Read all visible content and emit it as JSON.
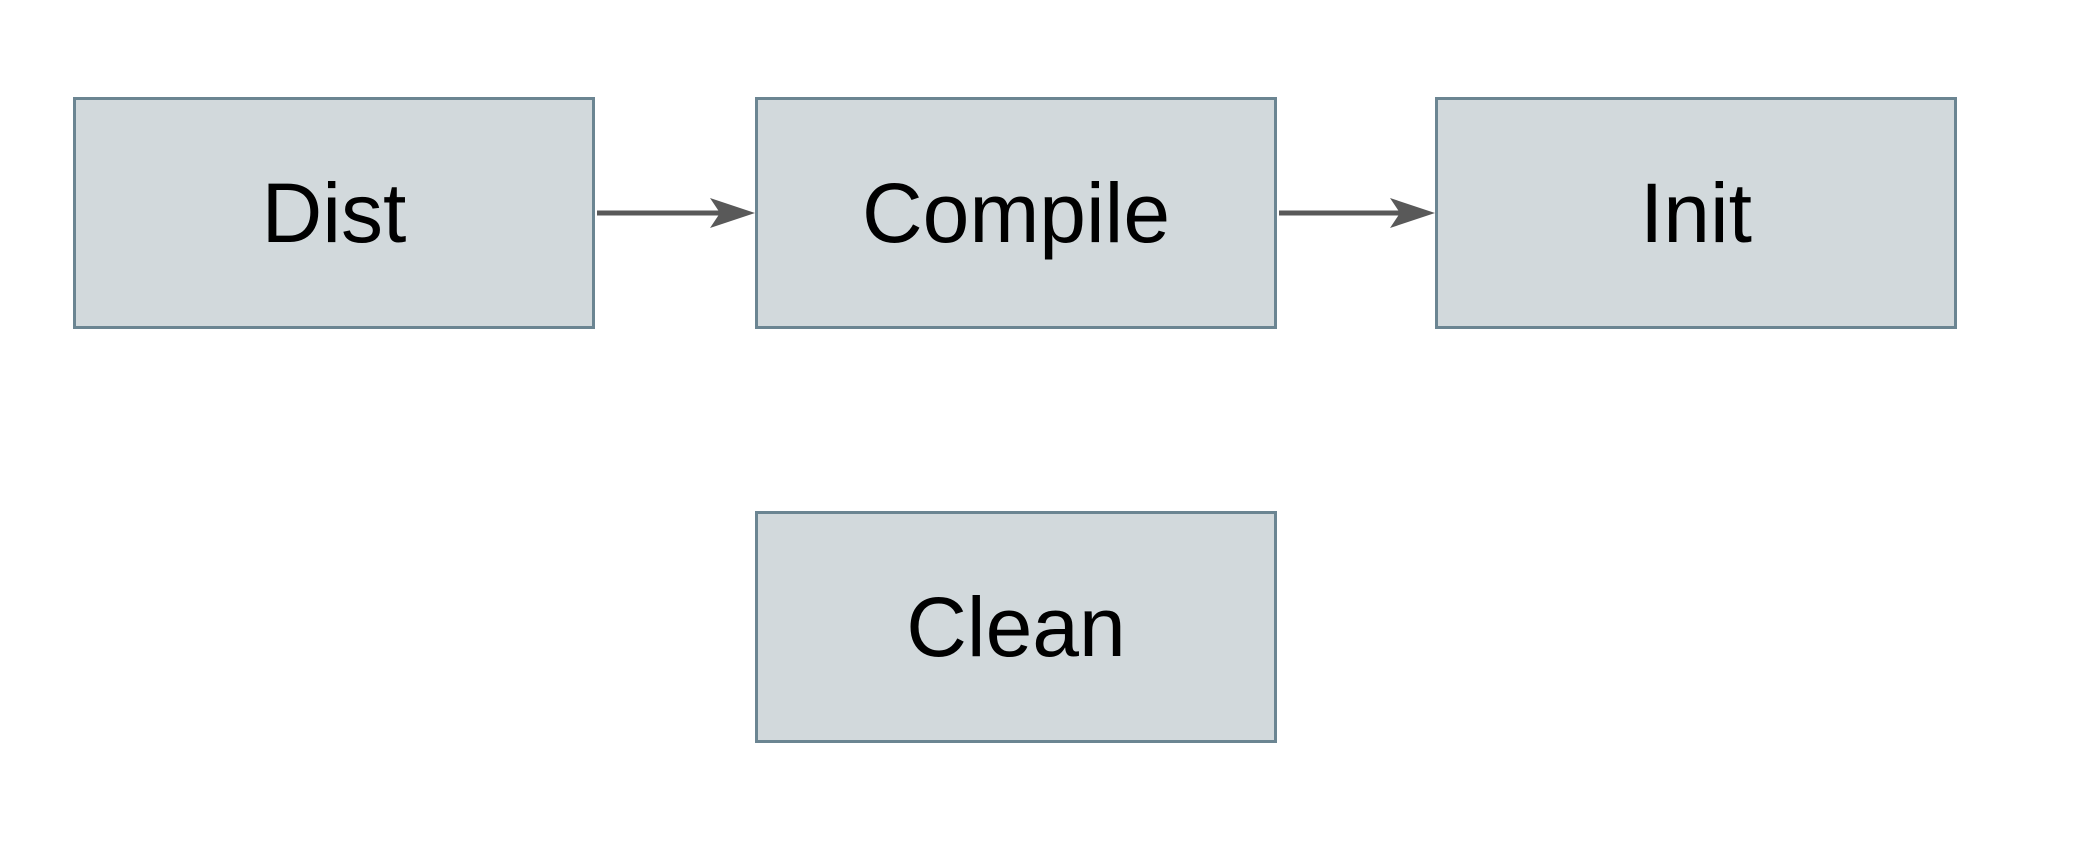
{
  "diagram": {
    "type": "flowchart",
    "colors": {
      "background": "#ffffff",
      "node_fill": "#d2d9dc",
      "node_border": "#6b8592",
      "arrow": "#595959",
      "text": "#000000"
    },
    "nodes": [
      {
        "id": "dist",
        "label": "Dist"
      },
      {
        "id": "compile",
        "label": "Compile"
      },
      {
        "id": "init",
        "label": "Init"
      },
      {
        "id": "clean",
        "label": "Clean"
      }
    ],
    "edges": [
      {
        "from": "Dist",
        "to": "Compile"
      },
      {
        "from": "Compile",
        "to": "Init"
      }
    ]
  }
}
